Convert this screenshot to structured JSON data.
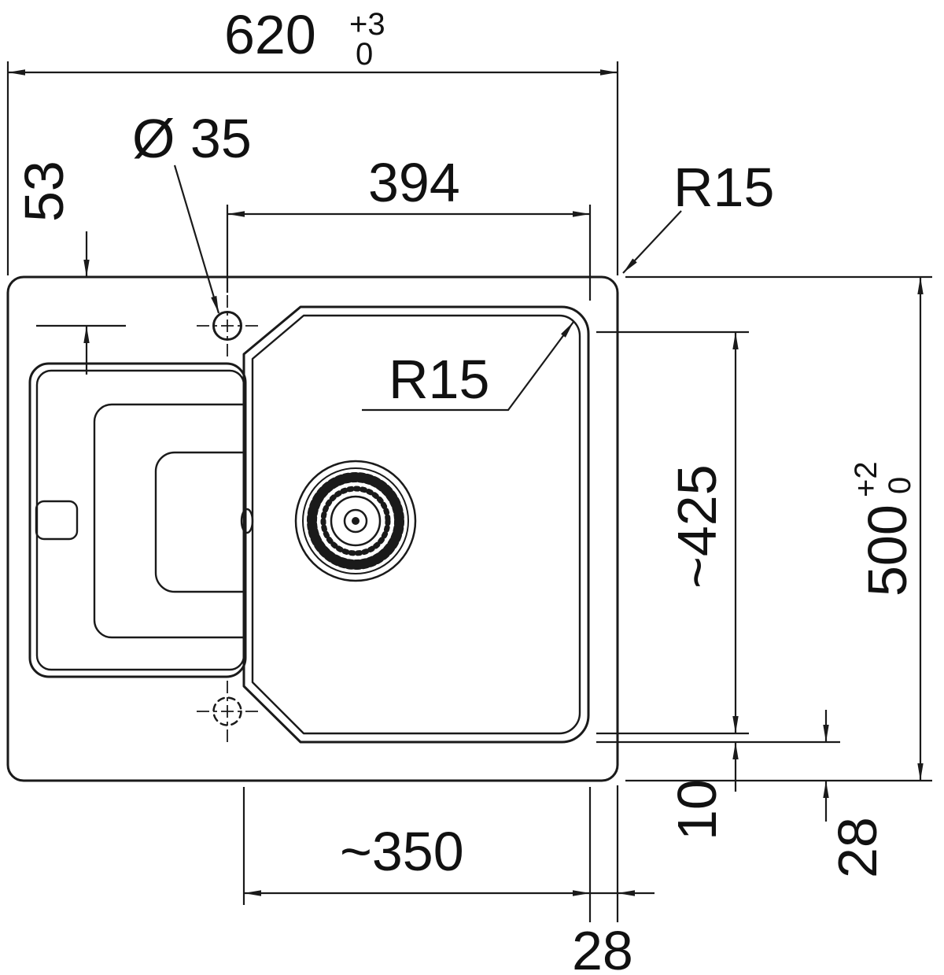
{
  "dims": {
    "total_width": {
      "value": "620",
      "tol_plus": "+3",
      "tol_minus": "0"
    },
    "hole_offset_y": {
      "value": "53"
    },
    "hole_diameter": {
      "value": "Ø 35"
    },
    "hole_to_right": {
      "value": "394"
    },
    "outer_corner_radius": {
      "value": "R15"
    },
    "bowl_corner_radius": {
      "value": "R15"
    },
    "bowl_length": {
      "value": "~425"
    },
    "total_depth": {
      "value": "500",
      "tol_plus": "+2",
      "tol_minus": "0"
    },
    "rim_width": {
      "value": "10"
    },
    "right_margin": {
      "value": "28"
    },
    "bowl_width": {
      "value": "~350"
    },
    "bottom_margin": {
      "value": "28"
    }
  }
}
